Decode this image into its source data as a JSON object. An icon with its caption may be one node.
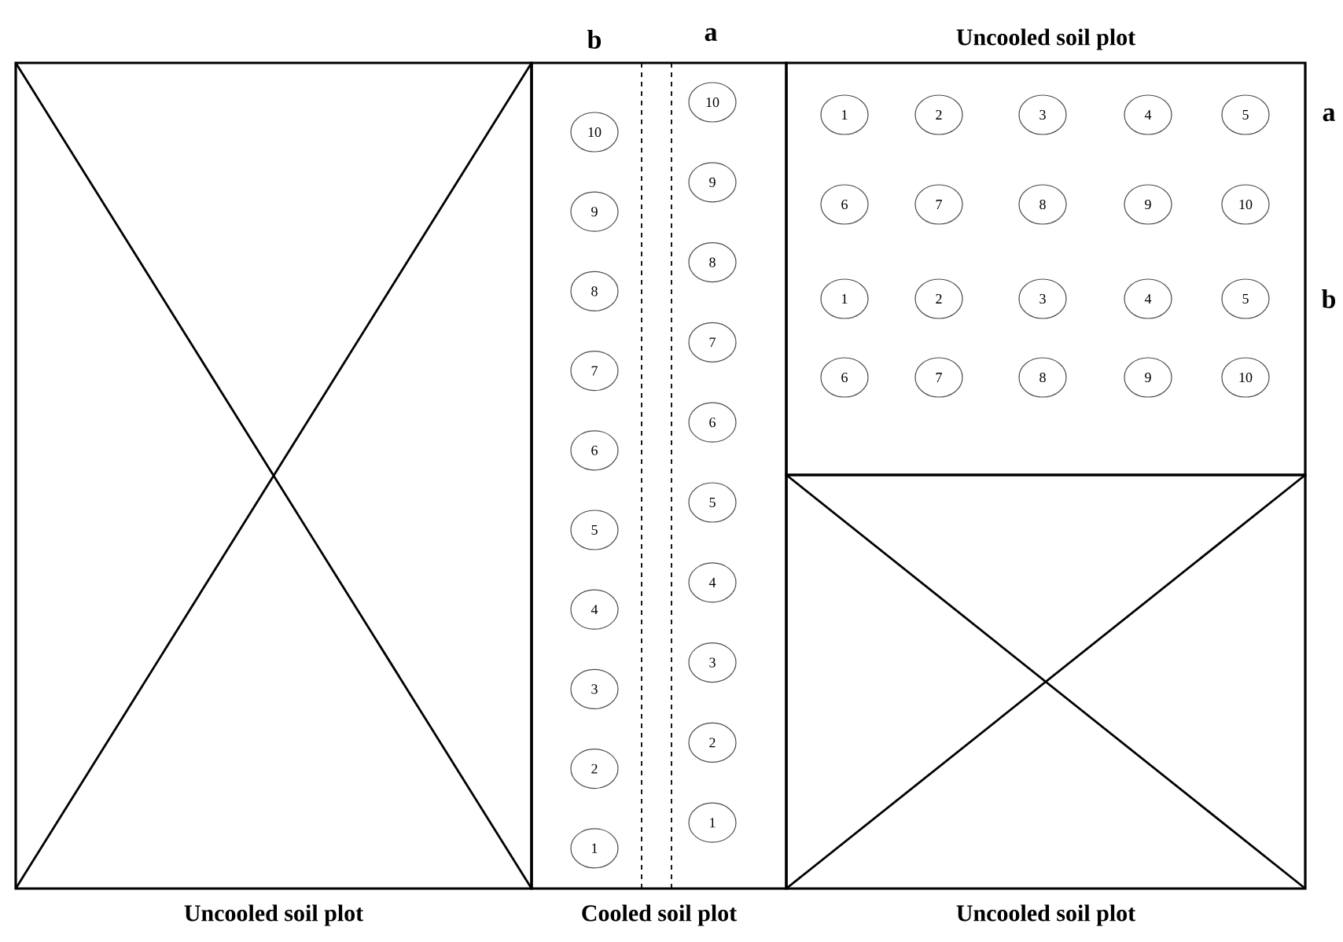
{
  "diagram": {
    "nodes": [
      {
        "text": [
          "Uncooled soil plot"
        ]
      },
      {
        "text": [
          "Cooled soil plot"
        ]
      },
      {
        "text": [
          "10"
        ],
        "in": 1
      },
      {
        "text": [
          "9"
        ],
        "in": 1
      },
      {
        "text": [
          "8"
        ],
        "in": 1
      },
      {
        "text": [
          "7"
        ],
        "in": 1
      },
      {
        "text": [
          "6"
        ],
        "in": 1
      },
      {
        "text": [
          "5"
        ],
        "in": 1
      },
      {
        "text": [
          "4"
        ],
        "in": 1
      },
      {
        "text": [
          "3"
        ],
        "in": 1
      },
      {
        "text": [
          "2"
        ],
        "in": 1
      },
      {
        "text": [
          "1"
        ],
        "in": 1
      },
      {
        "text": [
          "10"
        ],
        "in": 1
      },
      {
        "text": [
          "9"
        ],
        "in": 1
      },
      {
        "text": [
          "8"
        ],
        "in": 1
      },
      {
        "text": [
          "7"
        ],
        "in": 1
      },
      {
        "text": [
          "6"
        ],
        "in": 1
      },
      {
        "text": [
          "5"
        ],
        "in": 1
      },
      {
        "text": [
          "4"
        ],
        "in": 1
      },
      {
        "text": [
          "3"
        ],
        "in": 1
      },
      {
        "text": [
          "2"
        ],
        "in": 1
      },
      {
        "text": [
          "1"
        ],
        "in": 1
      },
      {
        "text": [
          "Uncooled soil plot"
        ]
      },
      {
        "text": [
          "1"
        ],
        "in": 22
      },
      {
        "text": [
          "2"
        ],
        "in": 22
      },
      {
        "text": [
          "3"
        ],
        "in": 22
      },
      {
        "text": [
          "4"
        ],
        "in": 22
      },
      {
        "text": [
          "5"
        ],
        "in": 22
      },
      {
        "text": [
          "6"
        ],
        "in": 22
      },
      {
        "text": [
          "7"
        ],
        "in": 22
      },
      {
        "text": [
          "8"
        ],
        "in": 22
      },
      {
        "text": [
          "9"
        ],
        "in": 22
      },
      {
        "text": [
          "10"
        ],
        "in": 22
      },
      {
        "text": [
          "1"
        ],
        "in": 22
      },
      {
        "text": [
          "2"
        ],
        "in": 22
      },
      {
        "text": [
          "3"
        ],
        "in": 22
      },
      {
        "text": [
          "4"
        ],
        "in": 22
      },
      {
        "text": [
          "5"
        ],
        "in": 22
      },
      {
        "text": [
          "6"
        ],
        "in": 22
      },
      {
        "text": [
          "7"
        ],
        "in": 22
      },
      {
        "text": [
          "8"
        ],
        "in": 22
      },
      {
        "text": [
          "9"
        ],
        "in": 22
      },
      {
        "text": [
          "10"
        ],
        "in": 22
      },
      {
        "text": [
          "Uncooled soil plot"
        ]
      }
    ],
    "labels": [
      "b",
      "a",
      "a",
      "b"
    ]
  }
}
